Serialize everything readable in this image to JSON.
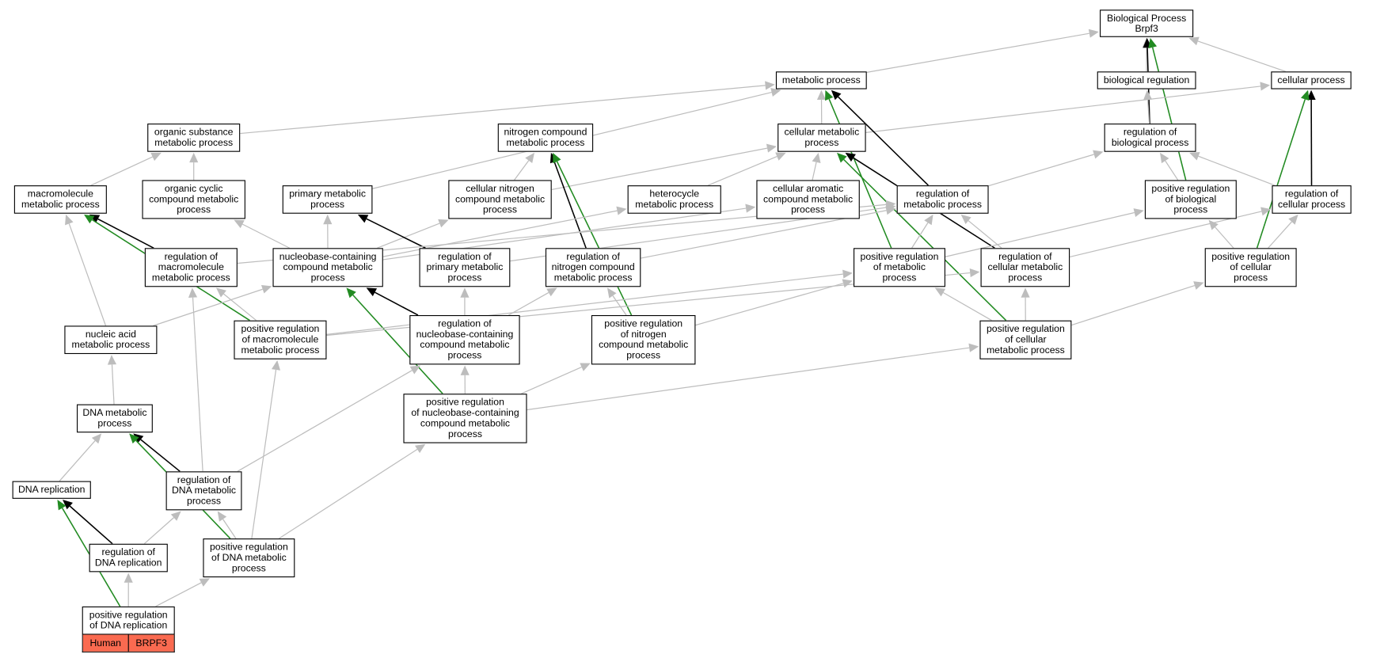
{
  "colors": {
    "is_a": "#bdbdbd",
    "regulates": "#000000",
    "positively_regulates": "#228b22",
    "taxon_badge": "#fa6a50"
  },
  "nodes": [
    {
      "id": "bp",
      "label": "Biological Process\nBrpf3"
    },
    {
      "id": "mp",
      "label": "metabolic process"
    },
    {
      "id": "breg",
      "label": "biological regulation"
    },
    {
      "id": "cp",
      "label": "cellular process"
    },
    {
      "id": "osmp",
      "label": "organic substance\nmetabolic process"
    },
    {
      "id": "ncmp",
      "label": "nitrogen compound\nmetabolic process"
    },
    {
      "id": "cmp",
      "label": "cellular metabolic\nprocess"
    },
    {
      "id": "rbp",
      "label": "regulation of\nbiological process"
    },
    {
      "id": "mmp",
      "label": "macromolecule\nmetabolic process"
    },
    {
      "id": "occmp",
      "label": "organic cyclic\ncompound metabolic\nprocess"
    },
    {
      "id": "pmp",
      "label": "primary metabolic\nprocess"
    },
    {
      "id": "cncmp",
      "label": "cellular nitrogen\ncompound metabolic\nprocess"
    },
    {
      "id": "hmp",
      "label": "heterocycle\nmetabolic process"
    },
    {
      "id": "cacmp",
      "label": "cellular aromatic\ncompound metabolic\nprocess"
    },
    {
      "id": "rmp",
      "label": "regulation of\nmetabolic process"
    },
    {
      "id": "prbp",
      "label": "positive regulation\nof biological\nprocess"
    },
    {
      "id": "rcp",
      "label": "regulation of\ncellular process"
    },
    {
      "id": "rmmp",
      "label": "regulation of\nmacromolecule\nmetabolic process"
    },
    {
      "id": "nbcmp",
      "label": "nucleobase-containing\ncompound metabolic\nprocess"
    },
    {
      "id": "rpmp",
      "label": "regulation of\nprimary metabolic\nprocess"
    },
    {
      "id": "rncmp",
      "label": "regulation of\nnitrogen compound\nmetabolic process"
    },
    {
      "id": "prmp",
      "label": "positive regulation\nof metabolic\nprocess"
    },
    {
      "id": "rcmp",
      "label": "regulation of\ncellular metabolic\nprocess"
    },
    {
      "id": "prcp",
      "label": "positive regulation\nof cellular\nprocess"
    },
    {
      "id": "namp",
      "label": "nucleic acid\nmetabolic process"
    },
    {
      "id": "prmmp",
      "label": "positive regulation\nof macromolecule\nmetabolic process"
    },
    {
      "id": "rnbcmp",
      "label": "regulation of\nnucleobase-containing\ncompound metabolic\nprocess"
    },
    {
      "id": "prncmp",
      "label": "positive regulation\nof nitrogen\ncompound metabolic\nprocess"
    },
    {
      "id": "prcmp",
      "label": "positive regulation\nof cellular\nmetabolic process"
    },
    {
      "id": "dnamp",
      "label": "DNA metabolic\nprocess"
    },
    {
      "id": "prnbcmp",
      "label": "positive regulation\nof nucleobase-containing\ncompound metabolic\nprocess"
    },
    {
      "id": "dnar",
      "label": "DNA replication"
    },
    {
      "id": "rdnamp",
      "label": "regulation of\nDNA metabolic\nprocess"
    },
    {
      "id": "rdnar",
      "label": "regulation of\nDNA replication"
    },
    {
      "id": "prdnamp",
      "label": "positive regulation\nof DNA metabolic\nprocess"
    },
    {
      "id": "prdnar",
      "label": "positive regulation\nof DNA replication",
      "badge": [
        "Human",
        "BRPF3"
      ]
    }
  ],
  "edges": [
    {
      "from": "mp",
      "to": "bp",
      "type": "is_a"
    },
    {
      "from": "breg",
      "to": "bp",
      "type": "is_a"
    },
    {
      "from": "cp",
      "to": "bp",
      "type": "is_a"
    },
    {
      "from": "rbp",
      "to": "bp",
      "type": "regulates"
    },
    {
      "from": "prbp",
      "to": "bp",
      "type": "positively_regulates"
    },
    {
      "from": "rbp",
      "to": "breg",
      "type": "is_a"
    },
    {
      "from": "osmp",
      "to": "mp",
      "type": "is_a"
    },
    {
      "from": "cmp",
      "to": "mp",
      "type": "is_a"
    },
    {
      "from": "pmp",
      "to": "mp",
      "type": "is_a"
    },
    {
      "from": "cmp",
      "to": "cp",
      "type": "is_a"
    },
    {
      "from": "rmp",
      "to": "mp",
      "type": "regulates"
    },
    {
      "from": "prmp",
      "to": "mp",
      "type": "positively_regulates"
    },
    {
      "from": "rcp",
      "to": "cp",
      "type": "regulates"
    },
    {
      "from": "prcp",
      "to": "cp",
      "type": "positively_regulates"
    },
    {
      "from": "mmp",
      "to": "osmp",
      "type": "is_a"
    },
    {
      "from": "occmp",
      "to": "osmp",
      "type": "is_a"
    },
    {
      "from": "cncmp",
      "to": "ncmp",
      "type": "is_a"
    },
    {
      "from": "cncmp",
      "to": "cmp",
      "type": "is_a"
    },
    {
      "from": "hmp",
      "to": "cmp",
      "type": "is_a"
    },
    {
      "from": "cacmp",
      "to": "cmp",
      "type": "is_a"
    },
    {
      "from": "rncmp",
      "to": "ncmp",
      "type": "regulates"
    },
    {
      "from": "prncmp",
      "to": "ncmp",
      "type": "positively_regulates"
    },
    {
      "from": "rcmp",
      "to": "cmp",
      "type": "regulates"
    },
    {
      "from": "prcmp",
      "to": "cmp",
      "type": "positively_regulates"
    },
    {
      "from": "rmp",
      "to": "rbp",
      "type": "is_a"
    },
    {
      "from": "prbp",
      "to": "rbp",
      "type": "is_a"
    },
    {
      "from": "rcp",
      "to": "rbp",
      "type": "is_a"
    },
    {
      "from": "rmmp",
      "to": "mmp",
      "type": "regulates"
    },
    {
      "from": "prmmp",
      "to": "mmp",
      "type": "positively_regulates"
    },
    {
      "from": "namp",
      "to": "mmp",
      "type": "is_a"
    },
    {
      "from": "nbcmp",
      "to": "occmp",
      "type": "is_a"
    },
    {
      "from": "nbcmp",
      "to": "pmp",
      "type": "is_a"
    },
    {
      "from": "nbcmp",
      "to": "cncmp",
      "type": "is_a"
    },
    {
      "from": "nbcmp",
      "to": "hmp",
      "type": "is_a"
    },
    {
      "from": "nbcmp",
      "to": "cacmp",
      "type": "is_a"
    },
    {
      "from": "rpmp",
      "to": "pmp",
      "type": "regulates"
    },
    {
      "from": "rmmp",
      "to": "rmp",
      "type": "is_a"
    },
    {
      "from": "rpmp",
      "to": "rmp",
      "type": "is_a"
    },
    {
      "from": "rncmp",
      "to": "rmp",
      "type": "is_a"
    },
    {
      "from": "prmp",
      "to": "rmp",
      "type": "is_a"
    },
    {
      "from": "rcmp",
      "to": "rmp",
      "type": "is_a"
    },
    {
      "from": "prmp",
      "to": "prbp",
      "type": "is_a"
    },
    {
      "from": "rcmp",
      "to": "rcp",
      "type": "is_a"
    },
    {
      "from": "prcp",
      "to": "rcp",
      "type": "is_a"
    },
    {
      "from": "prcp",
      "to": "prbp",
      "type": "is_a"
    },
    {
      "from": "prmmp",
      "to": "rmmp",
      "type": "is_a"
    },
    {
      "from": "rdnamp",
      "to": "rmmp",
      "type": "is_a"
    },
    {
      "from": "namp",
      "to": "nbcmp",
      "type": "is_a"
    },
    {
      "from": "rnbcmp",
      "to": "nbcmp",
      "type": "regulates"
    },
    {
      "from": "prnbcmp",
      "to": "nbcmp",
      "type": "positively_regulates"
    },
    {
      "from": "rnbcmp",
      "to": "rpmp",
      "type": "is_a"
    },
    {
      "from": "rnbcmp",
      "to": "rncmp",
      "type": "is_a"
    },
    {
      "from": "prncmp",
      "to": "rncmp",
      "type": "is_a"
    },
    {
      "from": "prncmp",
      "to": "prmp",
      "type": "is_a"
    },
    {
      "from": "prcmp",
      "to": "prmp",
      "type": "is_a"
    },
    {
      "from": "prcmp",
      "to": "rcmp",
      "type": "is_a"
    },
    {
      "from": "prcmp",
      "to": "prcp",
      "type": "is_a"
    },
    {
      "from": "prmmp",
      "to": "prmp",
      "type": "is_a"
    },
    {
      "from": "prmmp",
      "to": "rcmp",
      "type": "is_a"
    },
    {
      "from": "dnamp",
      "to": "namp",
      "type": "is_a"
    },
    {
      "from": "prnbcmp",
      "to": "rnbcmp",
      "type": "is_a"
    },
    {
      "from": "prnbcmp",
      "to": "prncmp",
      "type": "is_a"
    },
    {
      "from": "prnbcmp",
      "to": "prcmp",
      "type": "is_a"
    },
    {
      "from": "rdnamp",
      "to": "dnamp",
      "type": "regulates"
    },
    {
      "from": "prdnamp",
      "to": "dnamp",
      "type": "positively_regulates"
    },
    {
      "from": "rdnamp",
      "to": "rnbcmp",
      "type": "is_a"
    },
    {
      "from": "dnar",
      "to": "dnamp",
      "type": "is_a"
    },
    {
      "from": "rdnar",
      "to": "dnar",
      "type": "regulates"
    },
    {
      "from": "prdnar",
      "to": "dnar",
      "type": "positively_regulates"
    },
    {
      "from": "rdnar",
      "to": "rdnamp",
      "type": "is_a"
    },
    {
      "from": "prdnamp",
      "to": "rdnamp",
      "type": "is_a"
    },
    {
      "from": "prdnamp",
      "to": "prmmp",
      "type": "is_a"
    },
    {
      "from": "prdnamp",
      "to": "prnbcmp",
      "type": "is_a"
    },
    {
      "from": "prdnar",
      "to": "rdnar",
      "type": "is_a"
    },
    {
      "from": "prdnar",
      "to": "prdnamp",
      "type": "is_a"
    }
  ]
}
